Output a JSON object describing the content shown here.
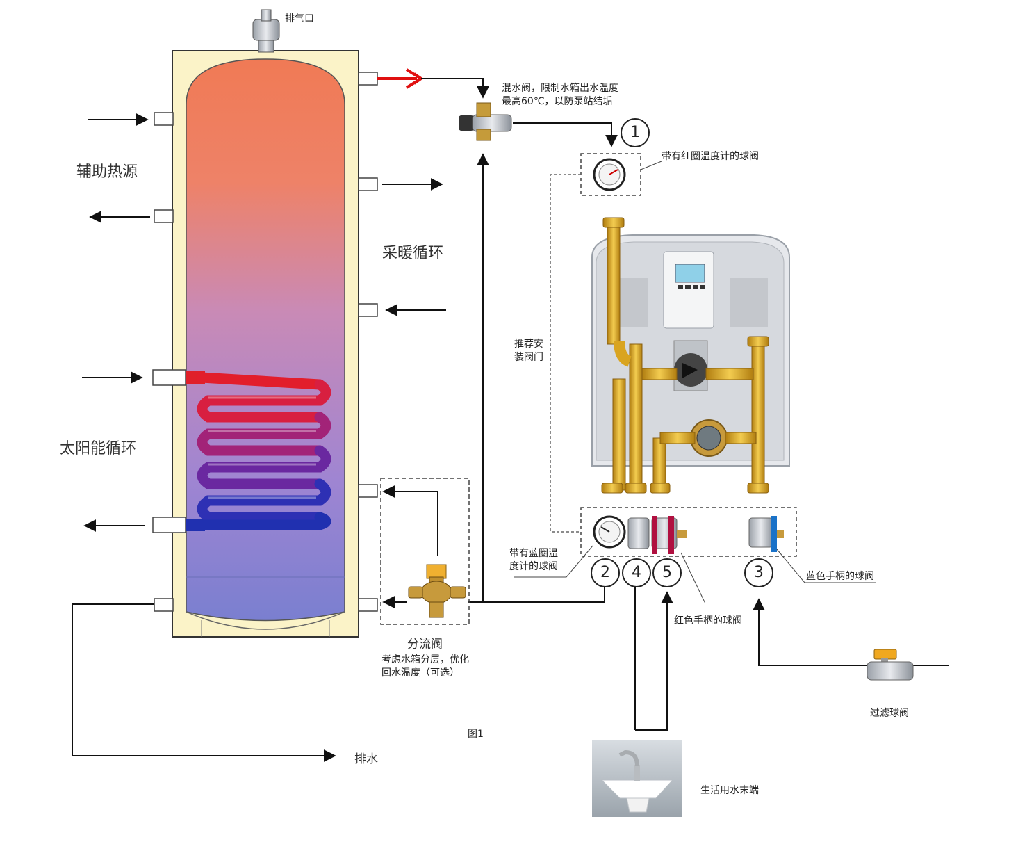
{
  "labels": {
    "vent": "排气口",
    "aux_heat": "辅助热源",
    "heating_loop": "采暖循环",
    "solar_loop": "太阳能循环",
    "mixing_valve": "混水阀，限制水箱出水温度\n最高60℃，以防泵站结垢",
    "red_ring_valve": "带有红圈温度计的球阀",
    "recommend_valve": "推荐安\n装阀门",
    "blue_ring_valve": "带有蓝圈温\n度计的球阀",
    "blue_handle_valve": "蓝色手柄的球阀",
    "red_handle_valve": "红色手柄的球阀",
    "diverter_valve": "分流阀",
    "diverter_note": "考虑水箱分层，优化\n回水温度（可选）",
    "figure": "图1",
    "drain": "排水",
    "filter_valve": "过滤球阀",
    "end_use": "生活用水末端"
  },
  "callouts": [
    "1",
    "2",
    "4",
    "5",
    "3"
  ],
  "colors": {
    "tank_top": "#f07a55",
    "tank_bottom": "#7a7fd0",
    "tank_jacket": "#fbf3c8",
    "coil_hot": "#e0202a",
    "coil_cold": "#2030b0",
    "hot_arrow": "#e01010",
    "brass": "#d9a420"
  },
  "icons": [
    "air-vent-icon",
    "mixing-valve-icon",
    "thermometer-icon",
    "pump-station-icon",
    "diverter-valve-icon",
    "ball-valve-icon",
    "faucet-icon"
  ]
}
